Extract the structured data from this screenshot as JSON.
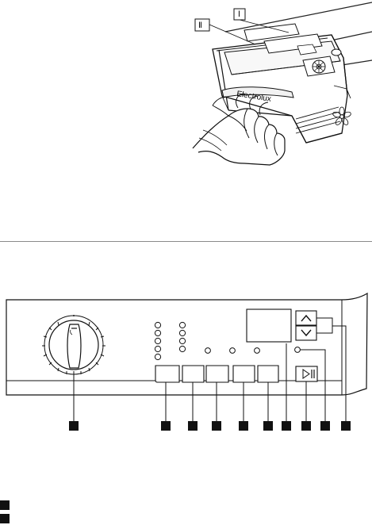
{
  "upper_illustration": {
    "brand_text": "Electrolux",
    "compartment_labels": {
      "main_wash": "Ⅱ",
      "prewash": "Ⅰ"
    },
    "softener_symbol": "flower-icon",
    "hand_icon": "hand-icon"
  },
  "control_panel": {
    "callout_count": 10,
    "callout_markers": [
      "■",
      "■",
      "■",
      "■",
      "■",
      "■",
      "■",
      "■",
      "■",
      "■"
    ],
    "footer_markers": [
      "■",
      "■"
    ]
  }
}
